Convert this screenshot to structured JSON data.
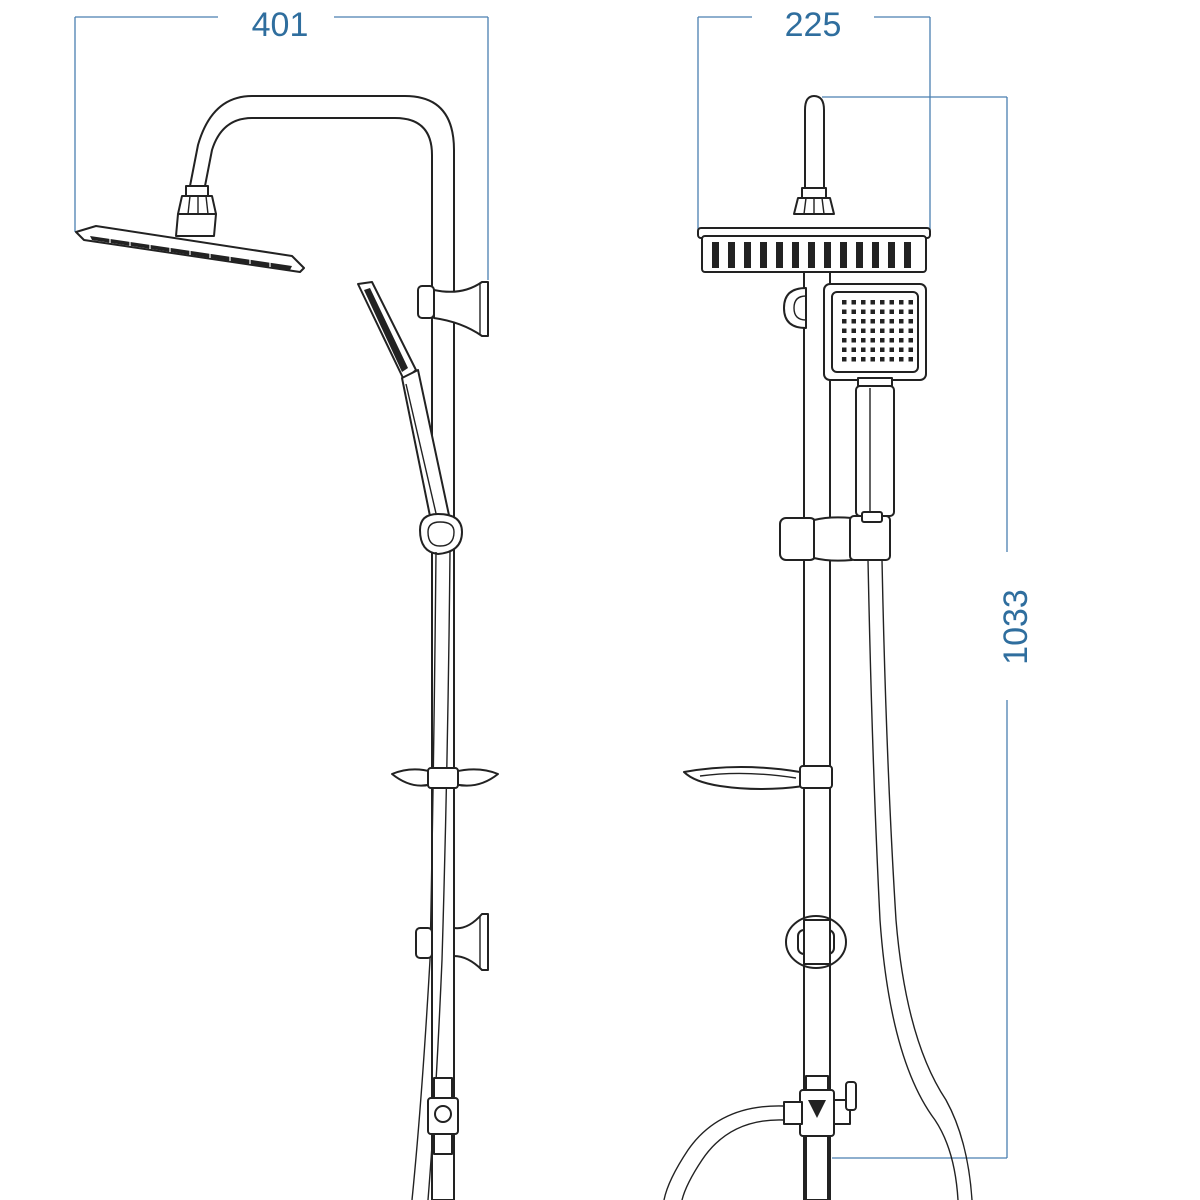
{
  "dimensions": {
    "width_front": "401",
    "width_side": "225",
    "height_side": "1033"
  },
  "colors": {
    "line": "#222222",
    "dimension": "#4a7fb0",
    "dimension_text": "#2f6e9e"
  }
}
